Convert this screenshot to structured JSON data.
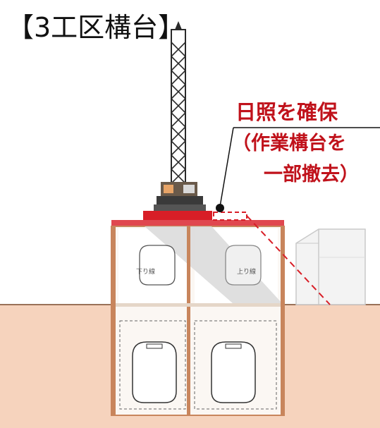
{
  "title": "【3工区構台】",
  "callout": {
    "heading": "日照を確保",
    "line1": "（作業構台を",
    "line2": "一部撤去）"
  },
  "tunnel_labels": {
    "left": "下り線",
    "right": "上り線"
  },
  "colors": {
    "highlight_red": "#d81e27",
    "callout_text": "#c0121b",
    "ground": "#f6d3bd",
    "frame": "#c8855c"
  }
}
